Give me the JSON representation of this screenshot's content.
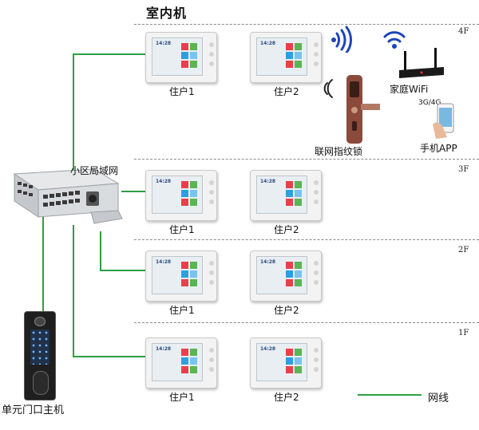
{
  "title": "室内机",
  "floors": [
    {
      "label": "4F",
      "units": [
        "住户1",
        "住户2"
      ]
    },
    {
      "label": "3F",
      "units": [
        "住户1",
        "住户2"
      ]
    },
    {
      "label": "2F",
      "units": [
        "住户1",
        "住户2"
      ]
    },
    {
      "label": "1F",
      "units": [
        "住户1",
        "住户2"
      ]
    }
  ],
  "monitor_clock": "14:28",
  "labels": {
    "switch": "小区局域网",
    "door_station": "单元门口主机",
    "fingerprint_lock": "联网指纹锁",
    "wifi_router": "家庭WiFi",
    "phone_network": "3G/4G",
    "phone_app": "手机APP",
    "legend": "网线"
  },
  "colors": {
    "cable": "#2e9e44",
    "wifi_signal": "#1d45b8",
    "lock": "#8c4a3c"
  }
}
